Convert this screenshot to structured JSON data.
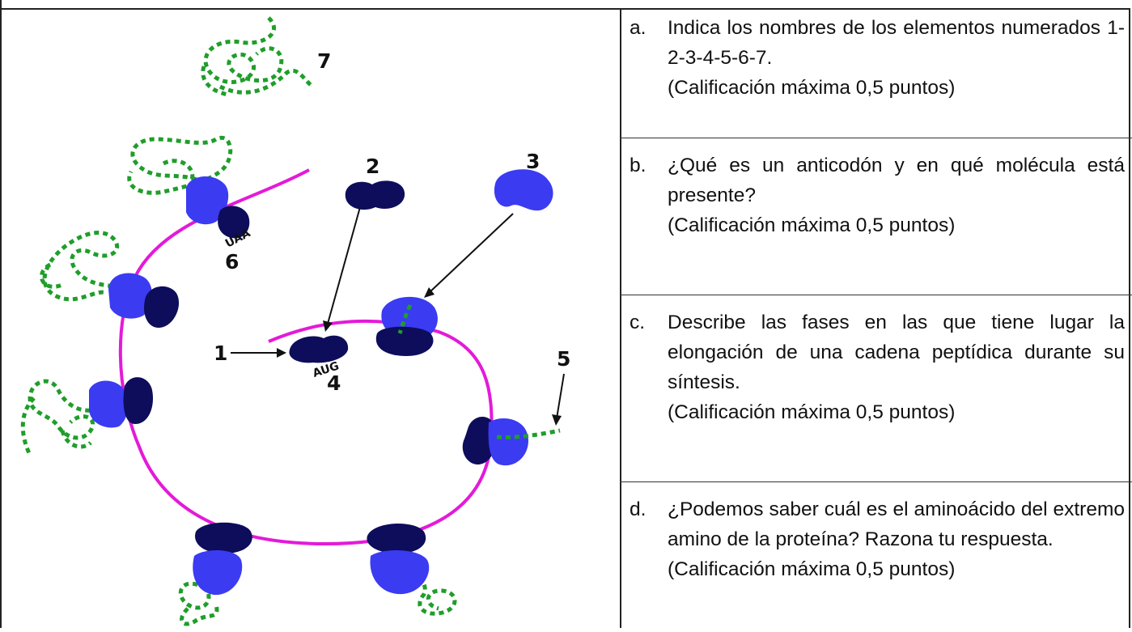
{
  "diagram": {
    "labels": {
      "n1": "1",
      "n2": "2",
      "n3": "3",
      "n4": "4",
      "n5": "5",
      "n6": "6",
      "n7": "7"
    },
    "codons": {
      "start": "AUG",
      "stop": "UAA"
    },
    "colors": {
      "mrna": "#e41ad8",
      "large_subunit": "#3b3bf2",
      "small_subunit": "#0d0d5c",
      "peptide": "#1f9e2a"
    }
  },
  "questions": [
    {
      "letter": "a.",
      "text": "Indica los nombres de los elementos numerados 1-2-3-4-5-6-7.",
      "grade": "(Calificación máxima 0,5 puntos)"
    },
    {
      "letter": "b.",
      "text": "¿Qué es un anticodón y en qué molécula está presente?",
      "grade": "(Calificación máxima 0,5 puntos)"
    },
    {
      "letter": "c.",
      "text": "Describe las fases en las que tiene lugar la elongación de una cadena peptídica durante su síntesis.",
      "grade": "(Calificación máxima 0,5 puntos)"
    },
    {
      "letter": "d.",
      "text": "¿Podemos saber cuál es el aminoácido del extremo amino de la proteína? Razona tu respuesta.",
      "grade": "(Calificación máxima 0,5 puntos)"
    }
  ]
}
